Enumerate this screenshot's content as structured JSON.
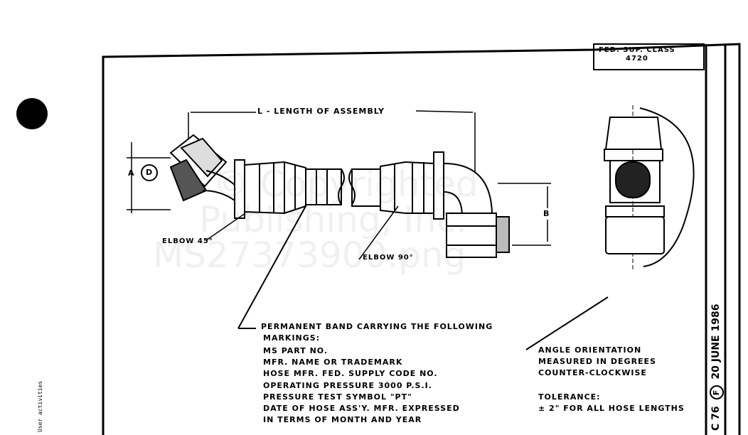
{
  "title_block": {
    "class_label": "FED. SUP. CLASS",
    "class_number": "4720"
  },
  "dimensions": {
    "length_label": "L - LENGTH OF ASSEMBLY",
    "diameter_label": "D",
    "a_label": "A",
    "b_label": "B"
  },
  "callouts": {
    "elbow_45": "ELBOW 45°",
    "elbow_90": "ELBOW 90°"
  },
  "band_note": {
    "heading": "PERMANENT BAND CARRYING THE FOLLOWING",
    "lines": [
      "MARKINGS:",
      "MS PART NO.",
      "MFR. NAME OR TRADEMARK",
      "HOSE MFR. FED. SUPPLY CODE NO.",
      "OPERATING PRESSURE 3000 P.S.I.",
      "PRESSURE TEST SYMBOL \"PT\"",
      "DATE OF HOSE ASS'Y. MFR. EXPRESSED",
      "IN TERMS OF MONTH AND YEAR"
    ]
  },
  "angle_note": {
    "lines": [
      "ANGLE ORIENTATION",
      "MEASURED IN DEGREES",
      "COUNTER-CLOCKWISE"
    ],
    "tolerance_label": "TOLERANCE:",
    "tolerance_value": "± 2\" FOR ALL HOSE LENGTHS"
  },
  "side_strip": {
    "code": "C 76",
    "revision": "F",
    "date": "20 JUNE 1986"
  },
  "margin_text": "User activities",
  "watermark": [
    "© Copyrighted",
    "Publishing, Inc.",
    "MS27373900.png"
  ]
}
